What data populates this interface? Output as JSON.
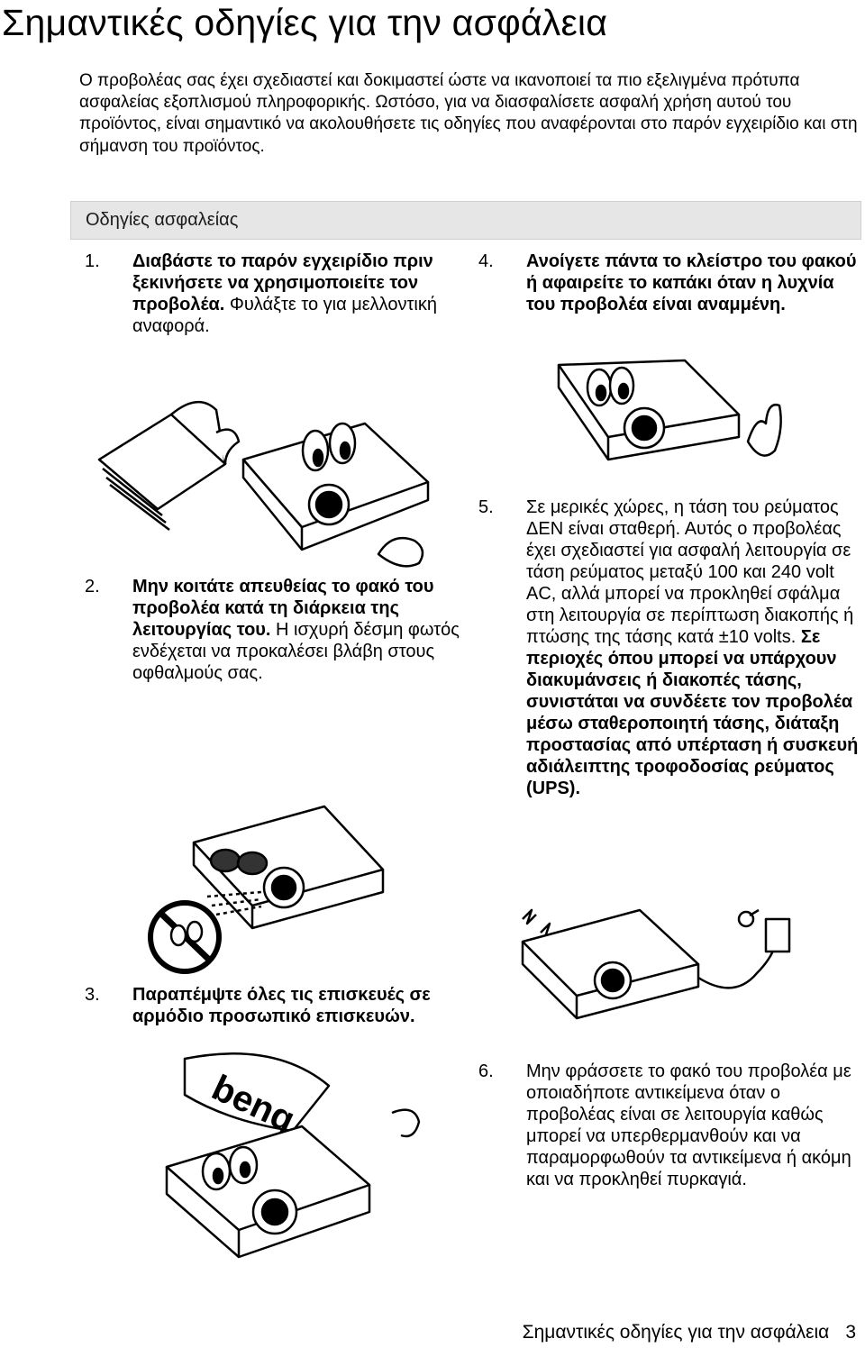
{
  "page": {
    "title": "Σημαντικές οδηγίες για την ασφάλεια",
    "intro": "Ο προβολέας σας έχει σχεδιαστεί και δοκιμαστεί ώστε να ικανοποιεί τα πιο εξελιγμένα πρότυπα ασφαλείας εξοπλισμού πληροφορικής. Ωστόσο, για να διασφαλίσετε ασφαλή χρήση αυτού του προϊόντος, είναι σημαντικό να ακολουθήσετε τις οδηγίες που αναφέρονται στο παρόν εγχειρίδιο και στη σήμανση του προϊόντος."
  },
  "section": {
    "heading": "Οδηγίες ασφαλείας"
  },
  "items": [
    {
      "num": "1.",
      "bold": "Διαβάστε το παρόν εγχειρίδιο πριν ξεκινήσετε να χρησιμοποιείτε τον προβολέα.",
      "normal": " Φυλάξτε το για μελλοντική αναφορά."
    },
    {
      "num": "2.",
      "bold": "Μην κοιτάτε απευθείας το φακό του προβολέα κατά τη διάρκεια της λειτουργίας του.",
      "normal": " Η ισχυρή δέσμη φωτός ενδέχεται να προκαλέσει βλάβη στους οφθαλμούς σας."
    },
    {
      "num": "3.",
      "bold": "Παραπέμψτε όλες τις επισκευές σε αρμόδιο προσωπικό επισκευών.",
      "normal": ""
    },
    {
      "num": "4.",
      "bold": "Ανοίγετε πάντα το κλείστρο του φακού ή αφαιρείτε το καπάκι όταν η λυχνία του προβολέα είναι αναμμένη.",
      "normal": ""
    },
    {
      "num": "5.",
      "normal_a": "Σε μερικές χώρες, η τάση του ρεύματος ΔΕΝ είναι σταθερή. Αυτός ο προβολέας έχει σχεδιαστεί για ασφαλή λειτουργία σε τάση ρεύματος μεταξύ 100 και 240 volt AC, αλλά μπορεί να προκληθεί σφάλμα στη λειτουργία σε περίπτωση διακοπής ή πτώσης της τάσης κατά ±10 volts.",
      "bold": " Σε περιοχές όπου μπορεί να υπάρχουν διακυμάνσεις ή διακοπές τάσης, συνιστάται να συνδέετε τον προβολέα μέσω σταθεροποιητή τάσης, διάταξη προστασίας από υπέρταση ή συσκευή αδιάλειπτης τροφοδοσίας ρεύματος (UPS)."
    },
    {
      "num": "6.",
      "normal": "Μην φράσσετε το φακό του προβολέα με οποιαδήποτε αντικείμενα όταν ο προβολέας είναι σε λειτουργία καθώς μπορεί να υπερθερμανθούν και να παραμορφωθούν τα αντικείμενα ή ακόμη και να προκληθεί πυρκαγιά."
    }
  ],
  "illustrations": {
    "cap_logo": "benq"
  },
  "footer": {
    "text": "Σημαντικές οδηγίες για την ασφάλεια",
    "page_number": "3"
  }
}
